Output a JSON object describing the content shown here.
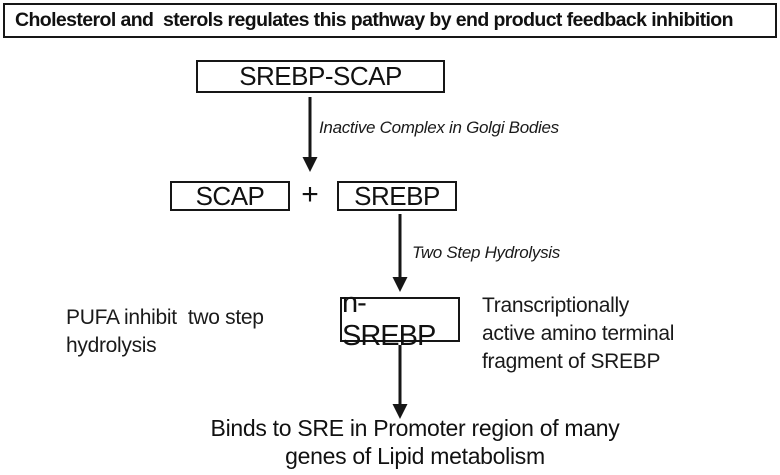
{
  "title": "Cholesterol and  sterols regulates this pathway by end product feedback inhibition",
  "nodes": {
    "srebp_scap": "SREBP-SCAP",
    "scap": "SCAP",
    "plus": "+",
    "srebp": "SREBP",
    "n_srebp": "n-SREBP"
  },
  "labels": {
    "arrow1": "Inactive Complex in Golgi Bodies",
    "arrow2": "Two Step Hydrolysis"
  },
  "notes": {
    "pufa_line1": "PUFA inhibit  two step",
    "pufa_line2": "hydrolysis",
    "transcript_line1": "Transcriptionally",
    "transcript_line2": "active amino terminal",
    "transcript_line3": "fragment of SREBP"
  },
  "result": {
    "line1": "Binds to SRE in Promoter region of many",
    "line2": "genes of Lipid metabolism"
  },
  "colors": {
    "text": "#111111",
    "border": "#161616",
    "background": "#ffffff"
  }
}
